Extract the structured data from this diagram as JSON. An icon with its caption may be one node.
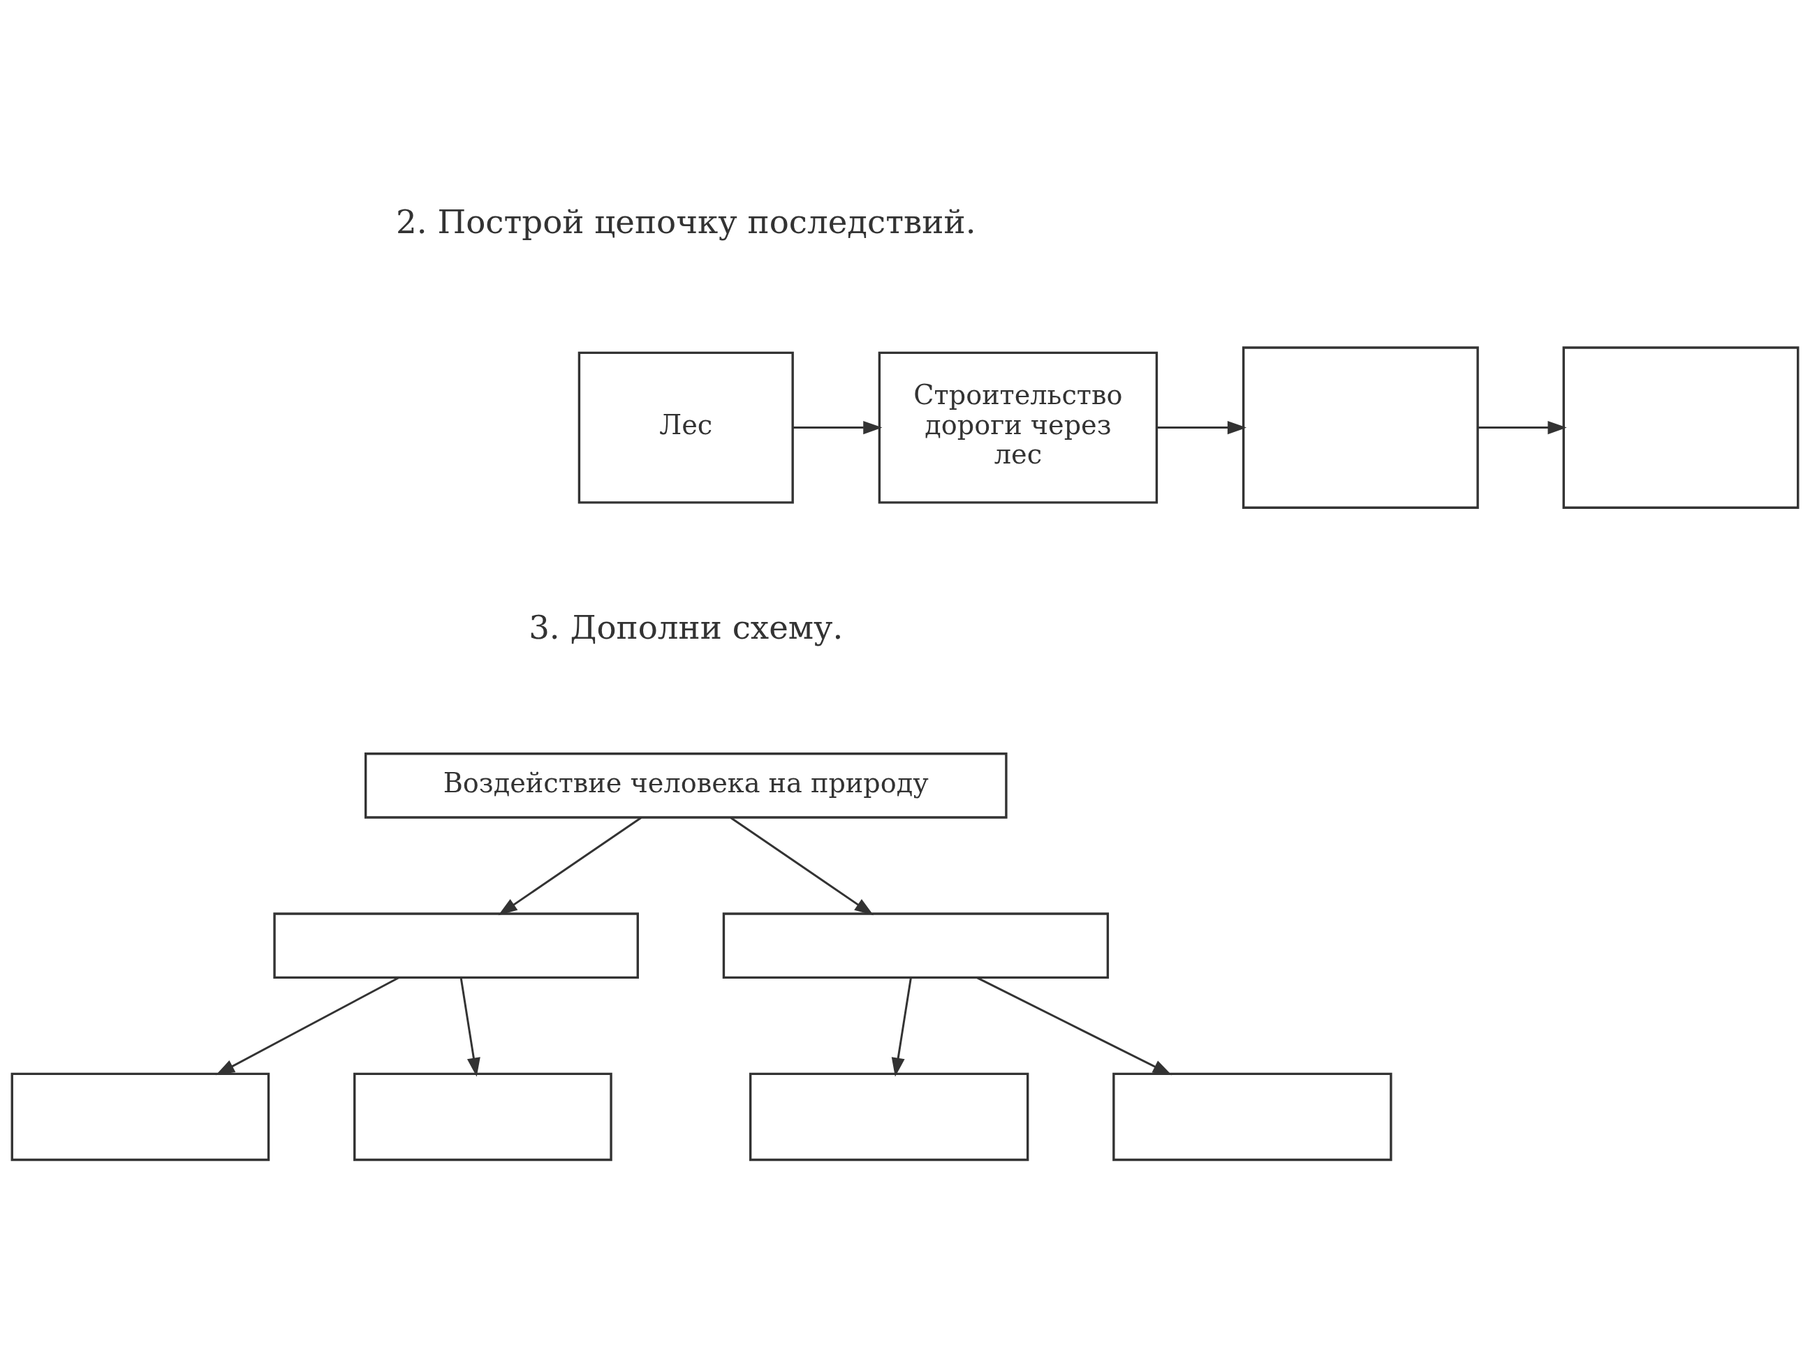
{
  "diagram": {
    "nodes": [
      {
        "text": [
          "Лес"
        ]
      },
      {
        "text": [
          "Строительство дороги через лес"
        ]
      },
      {
        "text": [],
        "shape": "box"
      },
      {
        "text": [],
        "shape": "box"
      },
      {
        "text": [
          "Воздействие человека на природу"
        ]
      },
      {
        "text": [],
        "shape": "box"
      },
      {
        "text": [],
        "shape": "box"
      },
      {
        "text": [],
        "shape": "box"
      },
      {
        "text": [],
        "shape": "box"
      },
      {
        "text": [],
        "shape": "box"
      },
      {
        "text": [],
        "shape": "box"
      }
    ],
    "edges": [
      {
        "from": 0,
        "to": 1,
        "arrow": "to"
      },
      {
        "from": 1,
        "to": 2,
        "arrow": "to"
      },
      {
        "from": 2,
        "to": 3,
        "arrow": "to"
      },
      {
        "from": 4,
        "to": 5,
        "arrow": "to"
      },
      {
        "from": 4,
        "to": 6,
        "arrow": "to"
      },
      {
        "from": 5,
        "to": 7,
        "arrow": "to"
      },
      {
        "from": 5,
        "to": 8,
        "arrow": "to"
      },
      {
        "from": 6,
        "to": 9,
        "arrow": "to"
      },
      {
        "from": 6,
        "to": 10,
        "arrow": "to"
      }
    ],
    "labels": [
      "2. Построй цепочку последствий.",
      "3. Дополни схему."
    ]
  }
}
